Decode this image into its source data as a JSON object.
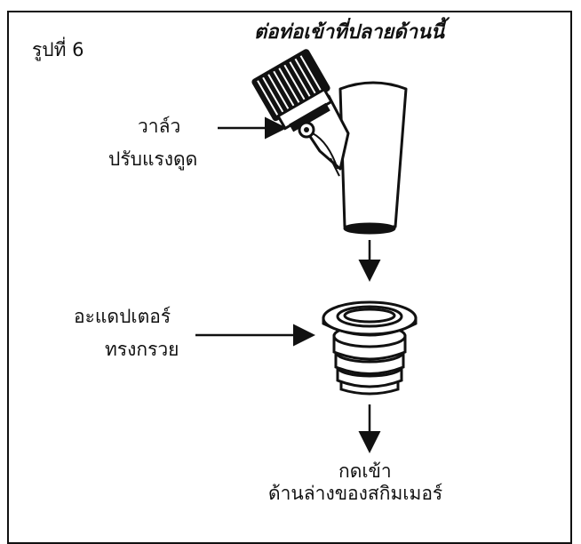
{
  "figure_label": "รูปที่ 6",
  "top_note": "ต่อท่อเข้าที่ปลายด้านนี้",
  "valve_label": {
    "line1": "วาล์ว",
    "line2": "ปรับแรงดูด"
  },
  "adapter_label": {
    "line1": "อะแดปเตอร์",
    "line2": "ทรงกรวย"
  },
  "bottom_label": {
    "line1": "กดเข้า",
    "line2": "ด้านล่างของสกิมเมอร์"
  },
  "icons": [
    "valve-knob-icon",
    "y-fitting-icon",
    "cone-adapter-icon"
  ]
}
